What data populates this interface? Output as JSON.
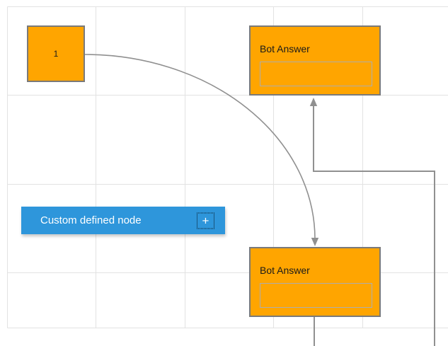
{
  "diagram": {
    "nodes": {
      "start": {
        "label": "1"
      },
      "bot_answer_top": {
        "title": "Bot Answer"
      },
      "bot_answer_bottom": {
        "title": "Bot Answer"
      },
      "custom": {
        "label": "Custom defined node",
        "add_icon_glyph": "+"
      }
    },
    "colors": {
      "canvas_background": "#ffffff",
      "grid_line": "#e2e2e2",
      "node_fill": "#FFA500",
      "node_border": "#7a7a7a",
      "inner_box_border": "#adadad",
      "label_text": "#1a1a1a",
      "custom_node_fill": "#2E96DB",
      "custom_node_text": "#ffffff",
      "connector": "#909090"
    }
  }
}
